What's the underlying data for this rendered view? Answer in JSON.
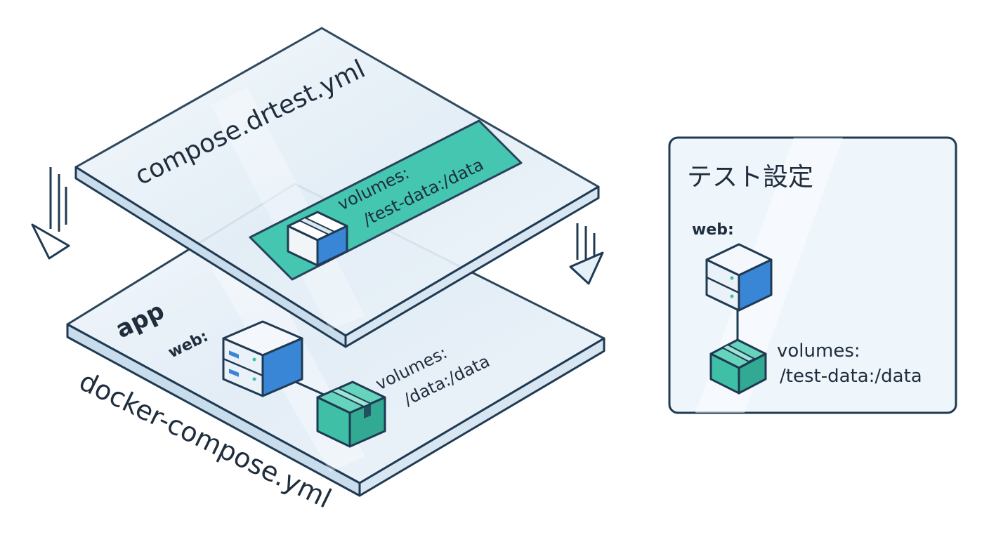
{
  "upper_layer": {
    "filename": "compose.drtest.yml",
    "override_line1": "volumes:",
    "override_line2": "/test-data:/data"
  },
  "lower_layer": {
    "filename": "docker-compose.yml",
    "group": "app",
    "service": "web:",
    "volume_line1": "volumes:",
    "volume_line2": "/data:/data"
  },
  "result_panel": {
    "title": "テスト設定",
    "service": "web:",
    "volume_line1": "volumes:",
    "volume_line2": "/test-data:/data"
  },
  "colors": {
    "outline": "#1f3a52",
    "glass": "#e6f0f8",
    "override_fill": "#3cc4ad",
    "server_blue": "#3a86d6",
    "volume_teal": "#3fbfa6"
  },
  "icons": [
    "server-icon",
    "volume-box-icon",
    "merge-arrow-icon"
  ]
}
